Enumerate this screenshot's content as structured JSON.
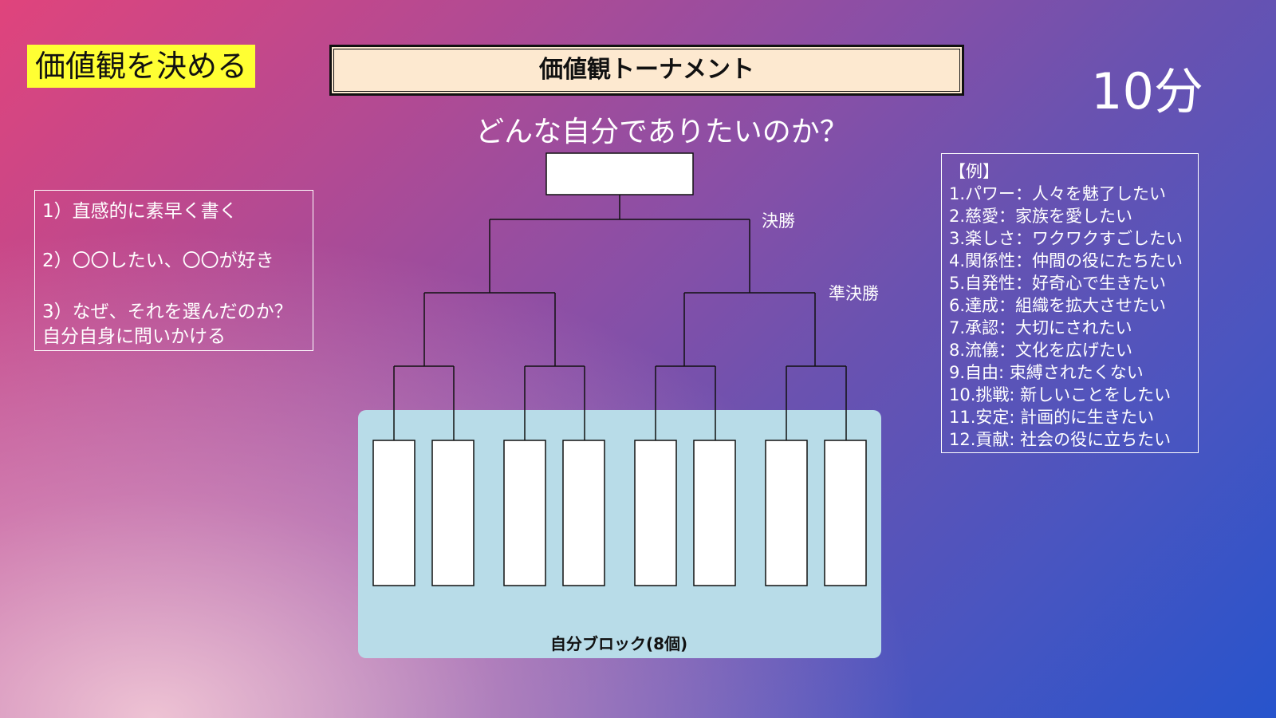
{
  "header": {
    "corner_label": "価値観を決める",
    "title": "価値観トーナメント",
    "timer": "10分"
  },
  "question": "どんな自分でありたいのか？",
  "instructions": [
    "1）直感的に素早く書く",
    "2）〇〇したい、〇〇が好き",
    "3）なぜ、それを選んだのか？",
    "自分自身に問いかける"
  ],
  "bracket": {
    "final_label": "決勝",
    "semifinal_label": "準決勝",
    "block_label": "自分ブロック(8個)",
    "entry_count": 8
  },
  "examples": {
    "heading": "【例】",
    "items": [
      "1.パワー：人々を魅了したい",
      "2.慈愛：家族を愛したい",
      "3.楽しさ：ワクワクすごしたい",
      "4.関係性：仲間の役にたちたい",
      "5.自発性：好奇心で生きたい",
      "6.達成：組織を拡大させたい",
      "7.承認：大切にされたい",
      "8.流儀：文化を広げたい",
      "9.自由: 束縛されたくない",
      "10.挑戦: 新しいことをしたい",
      "11.安定: 計画的に生きたい",
      "12.貢献: 社会の役に立ちたい"
    ]
  },
  "colors": {
    "corner_label_bg": "#ffff33",
    "title_box_bg": "#fde9d0",
    "block_panel_bg": "#b8dce8"
  }
}
